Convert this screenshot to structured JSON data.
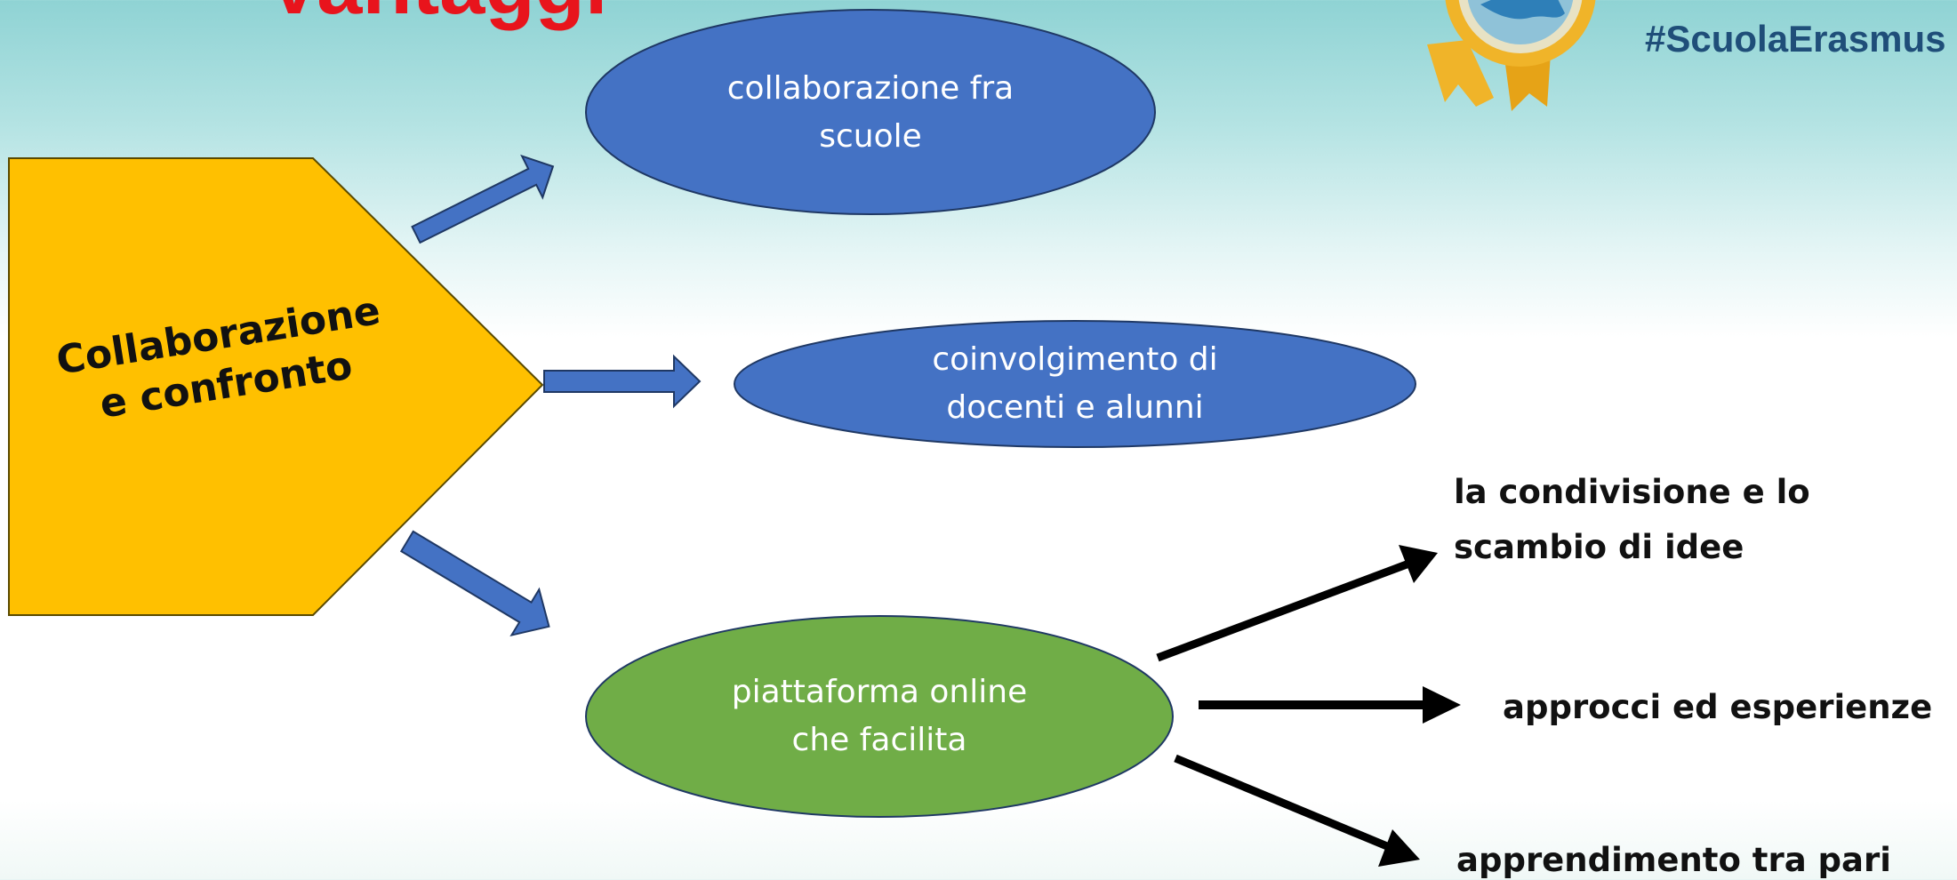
{
  "header": {
    "title_partial": "Vantaggi",
    "hashtag": "#ScuolaErasmus"
  },
  "logo": {
    "name": "erasmus-badge-logo",
    "colors": {
      "ribbon": "#f0b429",
      "globe": "#3a8fc9",
      "ring": "#e8e2c4"
    }
  },
  "diagram": {
    "central": {
      "label": "Collaborazione\ne confronto",
      "color": "#ffc000"
    },
    "benefits": [
      {
        "label": "collaborazione fra\nscuole",
        "color": "#4472c4"
      },
      {
        "label": "coinvolgimento di\ndocenti e alunni",
        "color": "#4472c4"
      },
      {
        "label": "piattaforma online\nche facilita",
        "color": "#70ad47"
      }
    ],
    "outcomes": [
      {
        "label": "la condivisione e lo\nscambio di idee"
      },
      {
        "label": "approcci ed esperienze"
      },
      {
        "label": "apprendimento tra pari"
      }
    ],
    "arrow_color": "#4472c4",
    "line_color": "#000000",
    "outline_color": "#1f3864"
  }
}
